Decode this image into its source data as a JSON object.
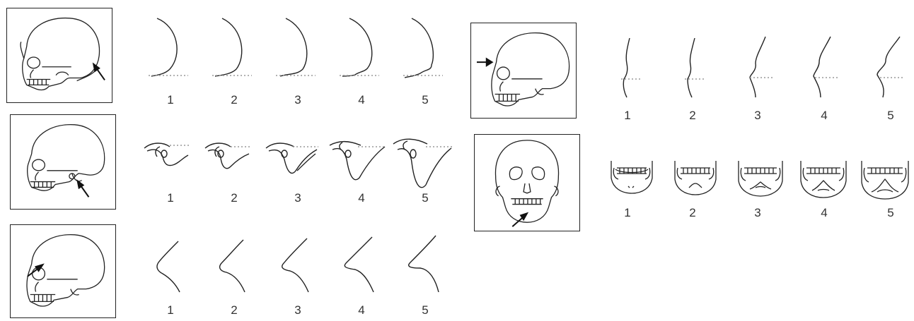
{
  "rows": [
    {
      "id": "nuchal-crest",
      "labels": [
        "1",
        "2",
        "3",
        "4",
        "5"
      ]
    },
    {
      "id": "mastoid-process",
      "labels": [
        "1",
        "2",
        "3",
        "4",
        "5"
      ]
    },
    {
      "id": "supraorbital-margin",
      "labels": [
        "1",
        "2",
        "3",
        "4",
        "5"
      ]
    },
    {
      "id": "glabella",
      "labels": [
        "1",
        "2",
        "3",
        "4",
        "5"
      ]
    },
    {
      "id": "mental-eminence",
      "labels": [
        "1",
        "2",
        "3",
        "4",
        "5"
      ]
    }
  ],
  "icons": {
    "reference": "skull-icon",
    "pointer": "arrow-icon"
  },
  "colors": {
    "line": "#222222",
    "guide": "#999999",
    "text": "#333333"
  }
}
